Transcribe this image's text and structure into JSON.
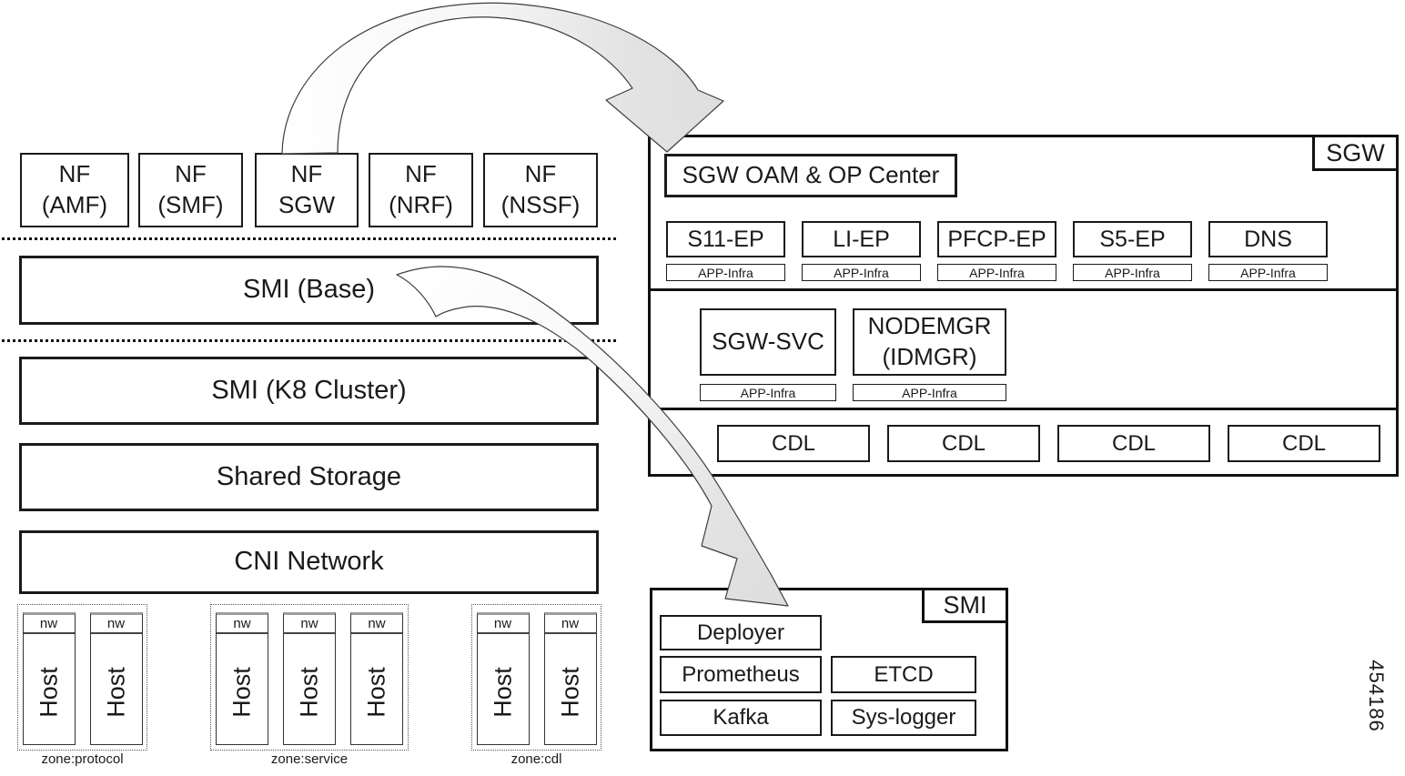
{
  "figure_number": "454186",
  "colors": {
    "line": "#1a1a1a",
    "arrow_fill": "#dedede",
    "host_top_bar": "#9e9e9e"
  },
  "nf_row": [
    {
      "line1": "NF",
      "line2": "(AMF)"
    },
    {
      "line1": "NF",
      "line2": "(SMF)"
    },
    {
      "line1": "NF",
      "line2": "SGW"
    },
    {
      "line1": "NF",
      "line2": "(NRF)"
    },
    {
      "line1": "NF",
      "line2": "(NSSF)"
    }
  ],
  "layers": {
    "smi_base": "SMI (Base)",
    "smi_k8": "SMI (K8 Cluster)",
    "shared_storage": "Shared Storage",
    "cni_network": "CNI Network"
  },
  "zones": [
    {
      "label": "zone:protocol",
      "hosts": [
        {
          "nw": "nw",
          "label": "Host"
        },
        {
          "nw": "nw",
          "label": "Host"
        }
      ]
    },
    {
      "label": "zone:service",
      "hosts": [
        {
          "nw": "nw",
          "label": "Host"
        },
        {
          "nw": "nw",
          "label": "Host"
        },
        {
          "nw": "nw",
          "label": "Host"
        }
      ]
    },
    {
      "label": "zone:cdl",
      "hosts": [
        {
          "nw": "nw",
          "label": "Host"
        },
        {
          "nw": "nw",
          "label": "Host"
        }
      ]
    }
  ],
  "sgw_panel": {
    "title": "SGW",
    "oam_label": "SGW OAM & OP Center",
    "endpoints": [
      {
        "label": "S11-EP",
        "infra": "APP-Infra"
      },
      {
        "label": "LI-EP",
        "infra": "APP-Infra"
      },
      {
        "label": "PFCP-EP",
        "infra": "APP-Infra"
      },
      {
        "label": "S5-EP",
        "infra": "APP-Infra"
      },
      {
        "label": "DNS",
        "infra": "APP-Infra"
      }
    ],
    "services": [
      {
        "line1": "SGW-SVC",
        "line2": "",
        "infra": "APP-Infra"
      },
      {
        "line1": "NODEMGR",
        "line2": "(IDMGR)",
        "infra": "APP-Infra"
      }
    ],
    "cdl": [
      {
        "label": "CDL"
      },
      {
        "label": "CDL"
      },
      {
        "label": "CDL"
      },
      {
        "label": "CDL"
      }
    ]
  },
  "smi_panel": {
    "title": "SMI",
    "deployer": "Deployer",
    "prometheus": "Prometheus",
    "etcd": "ETCD",
    "kafka": "Kafka",
    "syslogger": "Sys-logger"
  }
}
